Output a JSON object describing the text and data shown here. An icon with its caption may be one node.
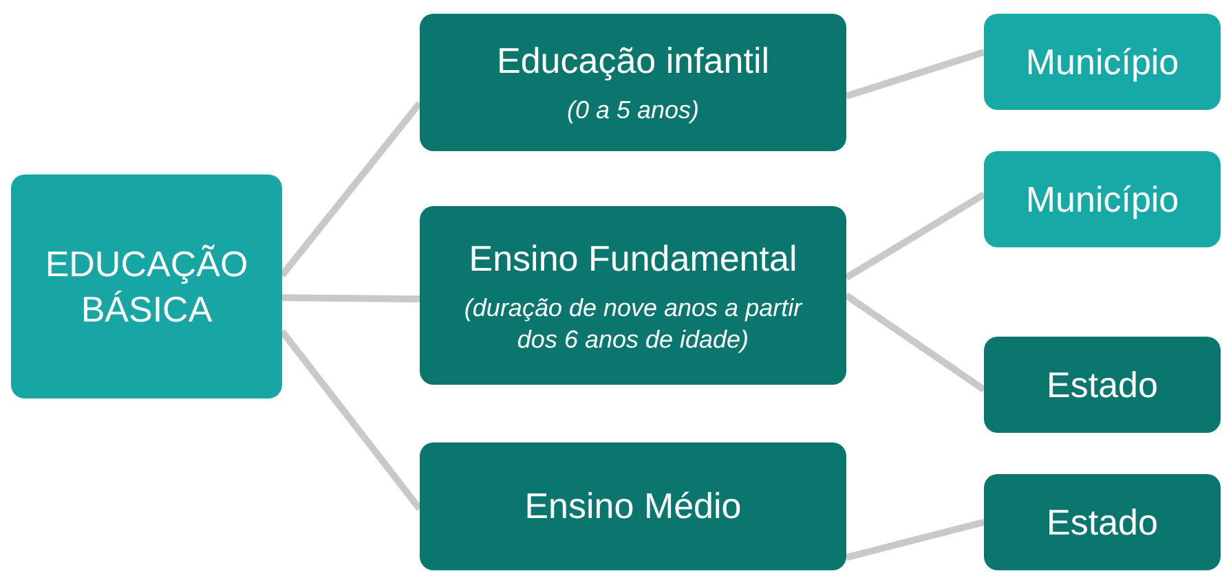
{
  "diagram": {
    "nodes": [
      {
        "text": [
          "EDUCAÇÃO BÁSICA"
        ]
      },
      {
        "text": [
          "Educação infantil",
          "(0 a 5 anos)"
        ]
      },
      {
        "text": [
          "Ensino Fundamental",
          "(duração de nove anos a partir dos 6 anos de idade)"
        ]
      },
      {
        "text": [
          "Ensino Médio"
        ]
      },
      {
        "text": [
          "Município"
        ]
      },
      {
        "text": [
          "Município"
        ]
      },
      {
        "text": [
          "Estado"
        ]
      },
      {
        "text": [
          "Estado"
        ]
      }
    ],
    "edges": [
      {
        "from": 0,
        "to": 1,
        "arrow": "none"
      },
      {
        "from": 0,
        "to": 2,
        "arrow": "none"
      },
      {
        "from": 0,
        "to": 3,
        "arrow": "none"
      },
      {
        "from": 1,
        "to": 4,
        "arrow": "none"
      },
      {
        "from": 2,
        "to": 5,
        "arrow": "none"
      },
      {
        "from": 2,
        "to": 6,
        "arrow": "none"
      },
      {
        "from": 3,
        "to": 7,
        "arrow": "none"
      }
    ]
  }
}
